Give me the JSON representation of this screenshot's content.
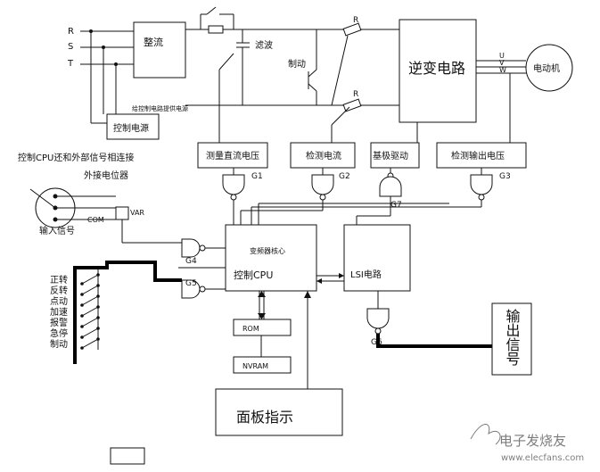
{
  "inputs": {
    "r": "R",
    "s": "S",
    "t": "T"
  },
  "blocks": {
    "rectifier": "整流",
    "filter": "滤波",
    "inverter": "逆变电路",
    "motor": "电动机",
    "control_power": "控制电源",
    "control_power_note": "给控制电路提供电源",
    "brake": "制动",
    "resistor_r": "R",
    "dc_voltage": "测量直流电压",
    "current_detect": "检测电流",
    "base_drive": "基极驱动",
    "output_voltage": "检测输出电压",
    "vfd_core": "变频器核心",
    "cpu": "控制CPU",
    "lsi": "LSI电路",
    "rom": "ROM",
    "nvram": "NVRAM",
    "panel": "面板指示",
    "output_signal": "输出信号"
  },
  "motor_terminals": {
    "u": "U",
    "v": "V",
    "w": "W"
  },
  "gates": {
    "g1": "G1",
    "g2": "G2",
    "g3": "G3",
    "g4": "G4",
    "g5": "G5",
    "g6": "G6",
    "g7": "G7"
  },
  "labels": {
    "cpu_external": "控制CPU还和外部信号相连接",
    "ext_pot": "外接电位器",
    "com": "COM",
    "var": "VAR",
    "input_signal": "输入信号",
    "switch_labels": [
      "正转",
      "反转",
      "点动",
      "加速",
      "报警",
      "急停",
      "制动"
    ]
  },
  "watermark": {
    "brand": "电子发烧友",
    "url": "www.elecfans.com"
  }
}
